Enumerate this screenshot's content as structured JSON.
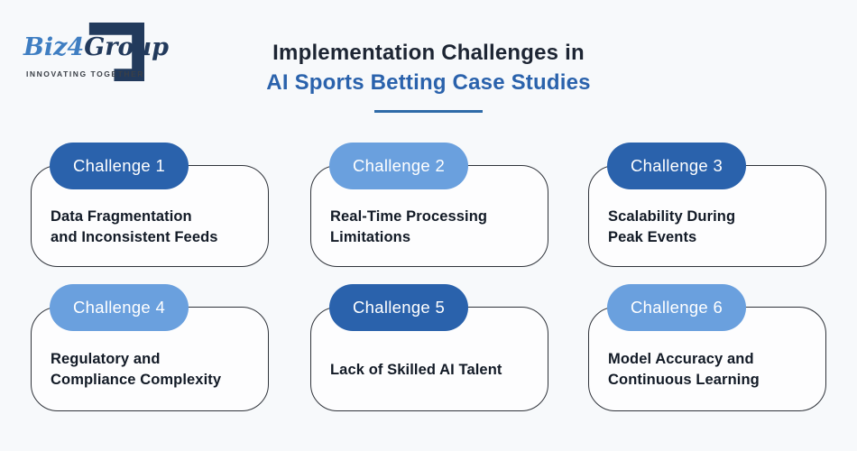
{
  "logo": {
    "name_blue": "Biz",
    "name_four": "4",
    "name_dark": "Group",
    "tagline": "INNOVATING TOGETHER"
  },
  "title": {
    "line1": "Implementation Challenges in",
    "line2": "AI Sports Betting Case Studies"
  },
  "cards": [
    {
      "badge": "Challenge 1",
      "badge_style": "dark",
      "line1": "Data Fragmentation",
      "line2": "and Inconsistent Feeds"
    },
    {
      "badge": "Challenge 2",
      "badge_style": "light",
      "line1": "Real-Time Processing",
      "line2": "Limitations"
    },
    {
      "badge": "Challenge 3",
      "badge_style": "dark",
      "line1": "Scalability During",
      "line2": "Peak Events"
    },
    {
      "badge": "Challenge 4",
      "badge_style": "light",
      "line1": "Regulatory and",
      "line2": "Compliance Complexity"
    },
    {
      "badge": "Challenge 5",
      "badge_style": "dark",
      "line1": "Lack of Skilled AI Talent",
      "line2": ""
    },
    {
      "badge": "Challenge 6",
      "badge_style": "light",
      "line1": "Model Accuracy and",
      "line2": "Continuous Learning"
    }
  ],
  "colors": {
    "background": "#f7f9fb",
    "badge_dark": "#2a62ac",
    "badge_light": "#6aa0de",
    "title_blue": "#2a62ac",
    "underline": "#2f6ba8",
    "logo_blue": "#3f7ec2",
    "logo_navy": "#223a5c"
  }
}
